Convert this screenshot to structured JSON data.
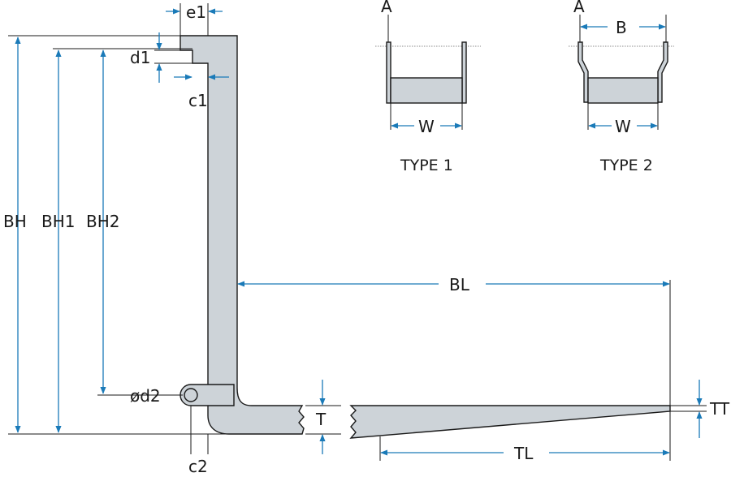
{
  "colors": {
    "dimension_line": "#1a7ab8",
    "part_fill": "#cdd3d8",
    "outline": "#1a1a1a"
  },
  "labels": {
    "e1": "e1",
    "d1": "d1",
    "c1": "c1",
    "bh": "BH",
    "bh1": "BH1",
    "bh2": "BH2",
    "bl": "BL",
    "d2": "ød2",
    "t": "T",
    "c2": "c2",
    "tt": "TT",
    "tl": "TL"
  },
  "type1": {
    "a": "A",
    "w": "W",
    "caption": "TYPE 1"
  },
  "type2": {
    "a": "A",
    "b": "B",
    "w": "W",
    "caption": "TYPE 2"
  }
}
